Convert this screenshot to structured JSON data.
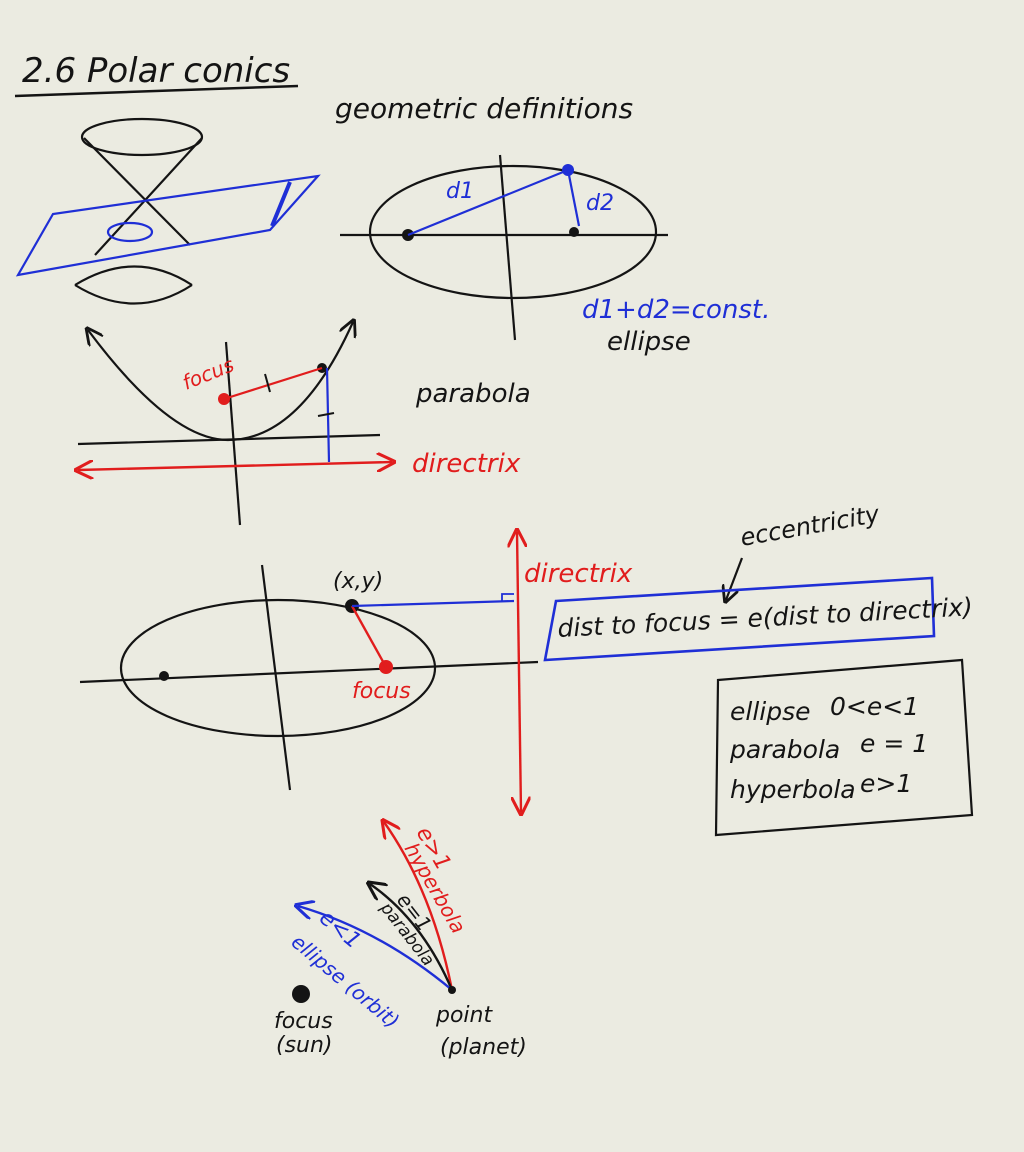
{
  "title": "2.6 Polar conics",
  "heading": "geometric definitions",
  "ellipse_def": {
    "d1": "d1",
    "d2": "d2",
    "rule": "d1+d2=const.",
    "name": "ellipse"
  },
  "parabola_def": {
    "focus": "focus",
    "name": "parabola",
    "directrix": "directrix"
  },
  "eccentricity_section": {
    "point_label": "(x,y)",
    "directrix": "directrix",
    "focus": "focus",
    "annotation": "eccentricity",
    "formula": "dist to focus = e(dist to directrix)",
    "table": [
      {
        "name": "ellipse",
        "cond": "0<e<1"
      },
      {
        "name": "parabola",
        "cond": "e = 1"
      },
      {
        "name": "hyperbola",
        "cond": "e>1"
      }
    ]
  },
  "orbit_section": {
    "hyperbola_e": "e>1",
    "hyperbola": "hyperbola",
    "parabola_e": "e=1",
    "parabola": "parabola",
    "ellipse_e": "e<1",
    "ellipse": "ellipse (orbit)",
    "focus": "focus",
    "sun": "(sun)",
    "point": "point",
    "planet": "(planet)"
  },
  "colors": {
    "background": "#ebebe1",
    "ink": "#141414",
    "red": "#e11d1d",
    "blue": "#1f2fd6"
  }
}
